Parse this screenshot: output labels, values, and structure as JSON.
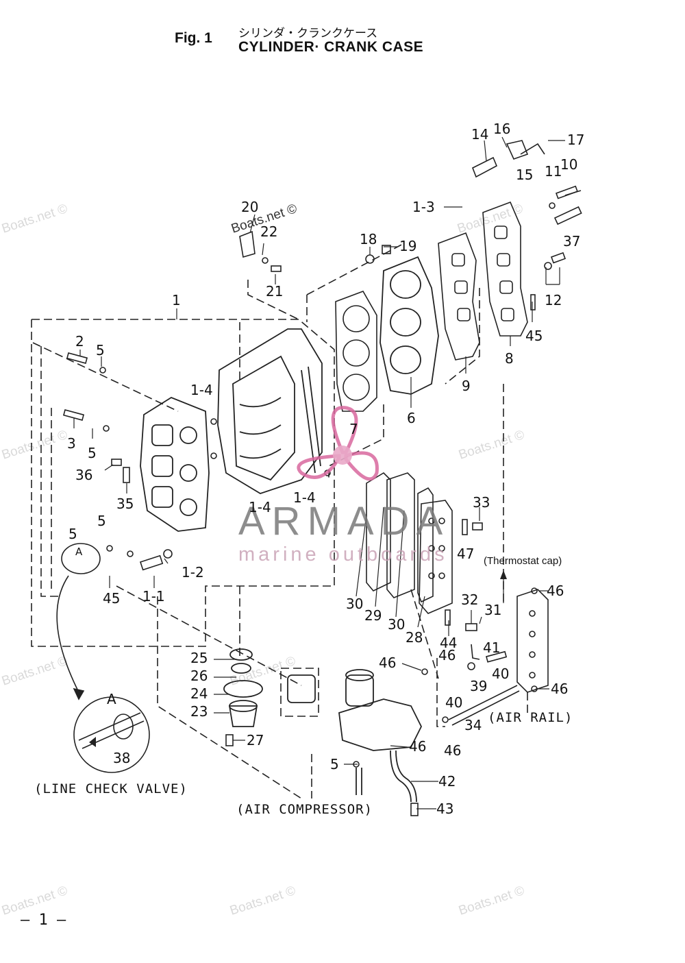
{
  "header": {
    "fig": "Fig. 1",
    "title_jp": "シリンダ・クランクケース",
    "title_en": "CYLINDER· CRANK CASE"
  },
  "page_number": "– 1 –",
  "watermark": "Boats.net ©",
  "brand": {
    "name": "ARMADA",
    "tagline": "marine outboards",
    "accent": "#d8679d"
  },
  "captions": {
    "line_check_valve": "(LINE CHECK VALVE)",
    "air_compressor": "(AIR COMPRESSOR)",
    "air_rail": "(AIR RAIL)",
    "thermostat_cap": "(Thermostat cap)",
    "detail_a": "A",
    "detail_a_small": "A"
  },
  "part_labels": {
    "p14": "14",
    "p16": "16",
    "p17": "17",
    "p15": "15",
    "p11": "11",
    "p10": "10",
    "p1_3": "1-3",
    "p37": "37",
    "p20": "20",
    "p22": "22",
    "p18": "18",
    "p19": "19",
    "p21": "21",
    "p12": "12",
    "p1": "1",
    "p45a": "45",
    "p8": "8",
    "p2": "2",
    "p5a": "5",
    "p9": "9",
    "p1_4a": "1-4",
    "p6": "6",
    "p3": "3",
    "p5b": "5",
    "p7": "7",
    "p36": "36",
    "p35": "35",
    "p1_4b": "1-4",
    "p1_4c": "1-4",
    "p33": "33",
    "p5c": "5",
    "p5d": "5",
    "p47": "47",
    "p1_2": "1-2",
    "p45b": "45",
    "p1_1": "1-1",
    "p46a": "46",
    "p30a": "30",
    "p32": "32",
    "p31": "31",
    "p29": "29",
    "p30b": "30",
    "p28": "28",
    "p44": "44",
    "p41": "41",
    "p25": "25",
    "p46b": "46",
    "p46c": "46",
    "p26": "26",
    "p40a": "40",
    "p39": "39",
    "p46d": "46",
    "p24": "24",
    "p40b": "40",
    "p23": "23",
    "p34": "34",
    "p27": "27",
    "p46e": "46",
    "p46f": "46",
    "p38": "38",
    "p5e": "5",
    "p42": "42",
    "p43": "43"
  }
}
